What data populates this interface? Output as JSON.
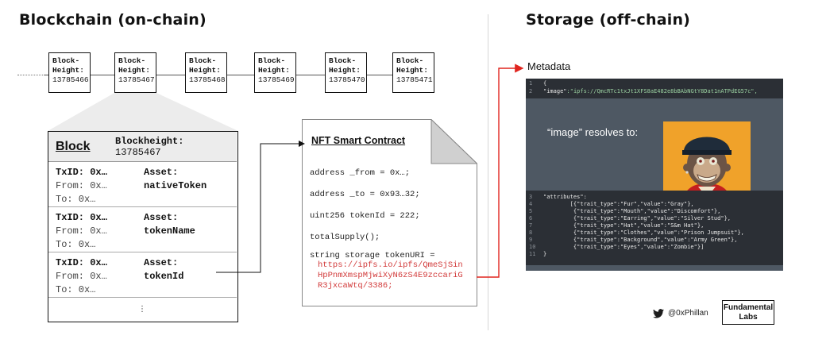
{
  "headings": {
    "left": "Blockchain (on-chain)",
    "right": "Storage (off-chain)"
  },
  "chain": {
    "blocks": [
      {
        "label": "Block-Height:",
        "value": "13785466"
      },
      {
        "label": "Block-Height:",
        "value": "13785467"
      },
      {
        "label": "Block-Height:",
        "value": "13785468"
      },
      {
        "label": "Block-Height:",
        "value": "13785469"
      },
      {
        "label": "Block-Height:",
        "value": "13785470"
      },
      {
        "label": "Block-Height:",
        "value": "13785471"
      }
    ]
  },
  "block_detail": {
    "title": "Block",
    "height_label": "Blockheight:",
    "height_value": "13785467",
    "transactions": [
      {
        "txid": "TxID: 0x…",
        "from": "From: 0x…",
        "to": "To:   0x…",
        "asset_label": "Asset:",
        "asset_value": "nativeToken"
      },
      {
        "txid": "TxID: 0x…",
        "from": "From: 0x…",
        "to": "To:   0x…",
        "asset_label": "Asset:",
        "asset_value": "tokenName"
      },
      {
        "txid": "TxID: 0x…",
        "from": "From: 0x…",
        "to": "To:   0x…",
        "asset_label": "Asset:",
        "asset_value": "tokenId"
      }
    ],
    "ellipsis": "⋮"
  },
  "contract": {
    "title": "NFT Smart Contract",
    "lines": [
      "address _from = 0x…;",
      "address _to = 0x93…32;",
      "uint256 tokenId = 222;",
      "totalSupply();",
      "string storage tokenURI ="
    ],
    "uri_lines": [
      "https://ipfs.io/ipfs/QmeSjSin",
      "HpPnmXmspMjwiXyN6zS4E9zccariG",
      "R3jxcaWtq/3386;"
    ]
  },
  "metadata": {
    "label": "Metadata",
    "line_numbers": [
      "1",
      "2",
      "3",
      "4",
      "5",
      "6",
      "7",
      "8",
      "9",
      "10",
      "11"
    ],
    "line1": "{",
    "line2_key": "\"image\"",
    "line2_value": ":\"ipfs://QmcRTc1txJt1XFS8aE482e8bBAbNGtY8Dat1nATPdEG57c\",",
    "resolves_text": "“image” resolves to:",
    "attributes": [
      "\"attributes\":",
      "        [{\"trait_type\":\"Fur\",\"value\":\"Gray\"},",
      "         {\"trait_type\":\"Mouth\",\"value\":\"Discomfort\"},",
      "         {\"trait_type\":\"Earring\",\"value\":\"Silver Stud\"},",
      "         {\"trait_type\":\"Hat\",\"value\":\"S&m Hat\"},",
      "         {\"trait_type\":\"Clothes\",\"value\":\"Prison Jumpsuit\"},",
      "         {\"trait_type\":\"Background\",\"value\":\"Army Green\"},",
      "         {\"trait_type\":\"Eyes\",\"value\":\"Zombie\"}]",
      "}"
    ]
  },
  "footer": {
    "handle": "@0xPhillan",
    "logo_line1": "Fundamental",
    "logo_line2": "Labs"
  },
  "colors": {
    "accent_red": "#e0251f",
    "editor_dark": "#2b2f35",
    "editor_mid": "#4e5863",
    "ape_background": "#f0a22a",
    "twitter_blue": "#1d1d1d"
  }
}
